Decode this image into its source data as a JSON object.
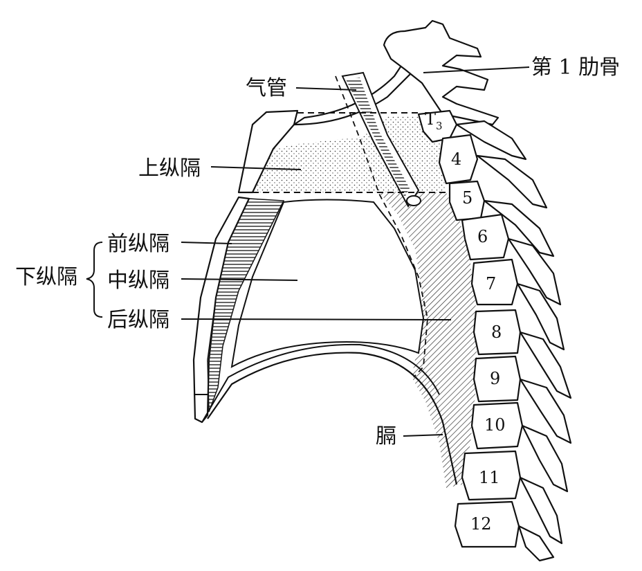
{
  "labels": {
    "rib1": "第 1 肋骨",
    "trachea": "气管",
    "superior": "上纵隔",
    "inferior": "下纵隔",
    "anterior": "前纵隔",
    "middle": "中纵隔",
    "posterior": "后纵隔",
    "diaphragm": "膈"
  },
  "vertebrae": {
    "t3_letter": "T",
    "t3_sub": "3",
    "numbers": [
      "4",
      "5",
      "6",
      "7",
      "8",
      "9",
      "10",
      "11",
      "12"
    ]
  },
  "colors": {
    "ink": "#111111",
    "background": "#ffffff"
  }
}
